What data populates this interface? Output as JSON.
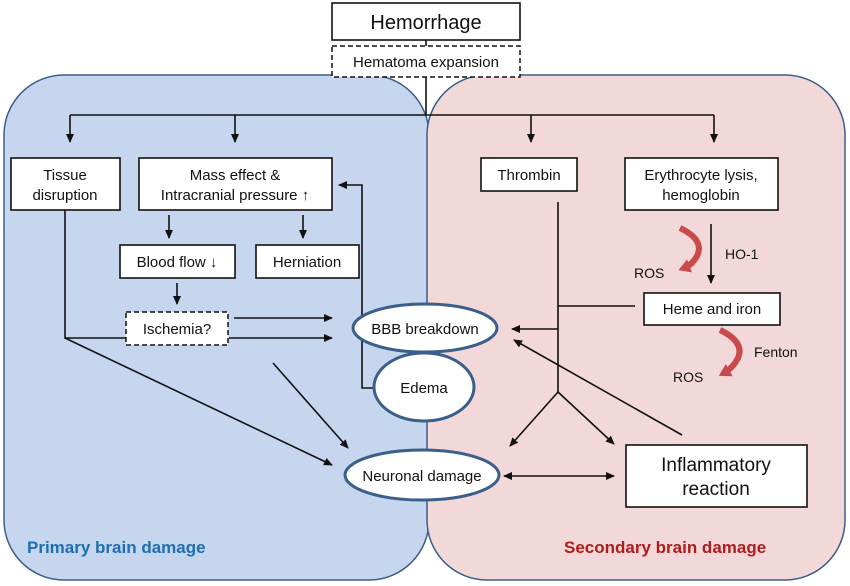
{
  "diagram": {
    "top": {
      "hemorrhage": "Hemorrhage",
      "hematoma_expansion": "Hematoma expansion"
    },
    "regions": {
      "primary": {
        "label": "Primary brain damage",
        "fill": "#c5d6ee",
        "label_color": "#1f6fb0"
      },
      "secondary": {
        "label": "Secondary brain damage",
        "fill": "#f2d8d8",
        "label_color": "#b01c1c"
      }
    },
    "nodes": {
      "tissue_disruption": [
        "Tissue",
        "disruption"
      ],
      "mass_effect": [
        "Mass effect &",
        "Intracranial pressure ↑"
      ],
      "blood_flow": "Blood flow ↓",
      "herniation": "Herniation",
      "ischemia": "Ischemia?",
      "thrombin": "Thrombin",
      "erythrocyte": [
        "Erythrocyte lysis,",
        "hemoglobin"
      ],
      "heme_iron": "Heme and iron",
      "bbb": "BBB breakdown",
      "edema": "Edema",
      "neuronal": "Neuronal damage",
      "inflammatory": [
        "Inflammatory",
        "reaction"
      ]
    },
    "labels": {
      "ho1": "HO-1",
      "ros1": "ROS",
      "fenton": "Fenton",
      "ros2": "ROS"
    },
    "colors": {
      "ros_arrow": "#c94a4a",
      "ellipse_border": "#3a5f8a"
    }
  }
}
